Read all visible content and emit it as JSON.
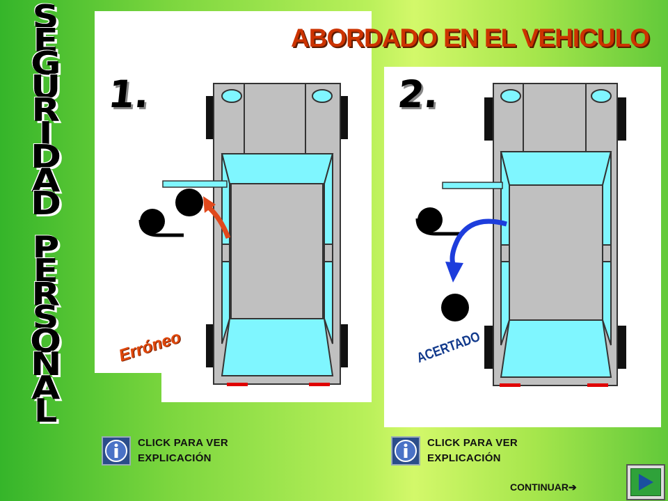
{
  "vertical_title": {
    "letters": [
      "S",
      "E",
      "G",
      "U",
      "R",
      "I",
      "D",
      "A",
      "D",
      "",
      "P",
      "E",
      "R",
      "S",
      "O",
      "N",
      "A",
      "L"
    ]
  },
  "main_title": "ABORDADO EN EL VEHICULO",
  "panel1": {
    "number": "1.",
    "verdict": "Erróneo"
  },
  "panel2": {
    "number": "2.",
    "verdict": "ACERTADO"
  },
  "info_buttons": [
    {
      "line1": "CLICK PARA VER",
      "line2": "EXPLICACIÓN"
    },
    {
      "line1": "CLICK PARA VER",
      "line2": "EXPLICACIÓN"
    }
  ],
  "continue_label": "CONTINUAR",
  "colors": {
    "title": "#cc3300",
    "wrong_verdict": "#e0480c",
    "right_verdict": "#123a8c",
    "car_body": "#c0c0c0",
    "glass": "#7ff6ff",
    "wrong_arrow": "#e0481c",
    "right_arrow": "#1d3ddc",
    "info_icon_bg": "#2b4d8a",
    "next_button": "#2fa23a"
  },
  "icons": {
    "info": "info-icon",
    "continue_arrow": "arrow-right-icon",
    "next": "play-triangle-icon"
  }
}
